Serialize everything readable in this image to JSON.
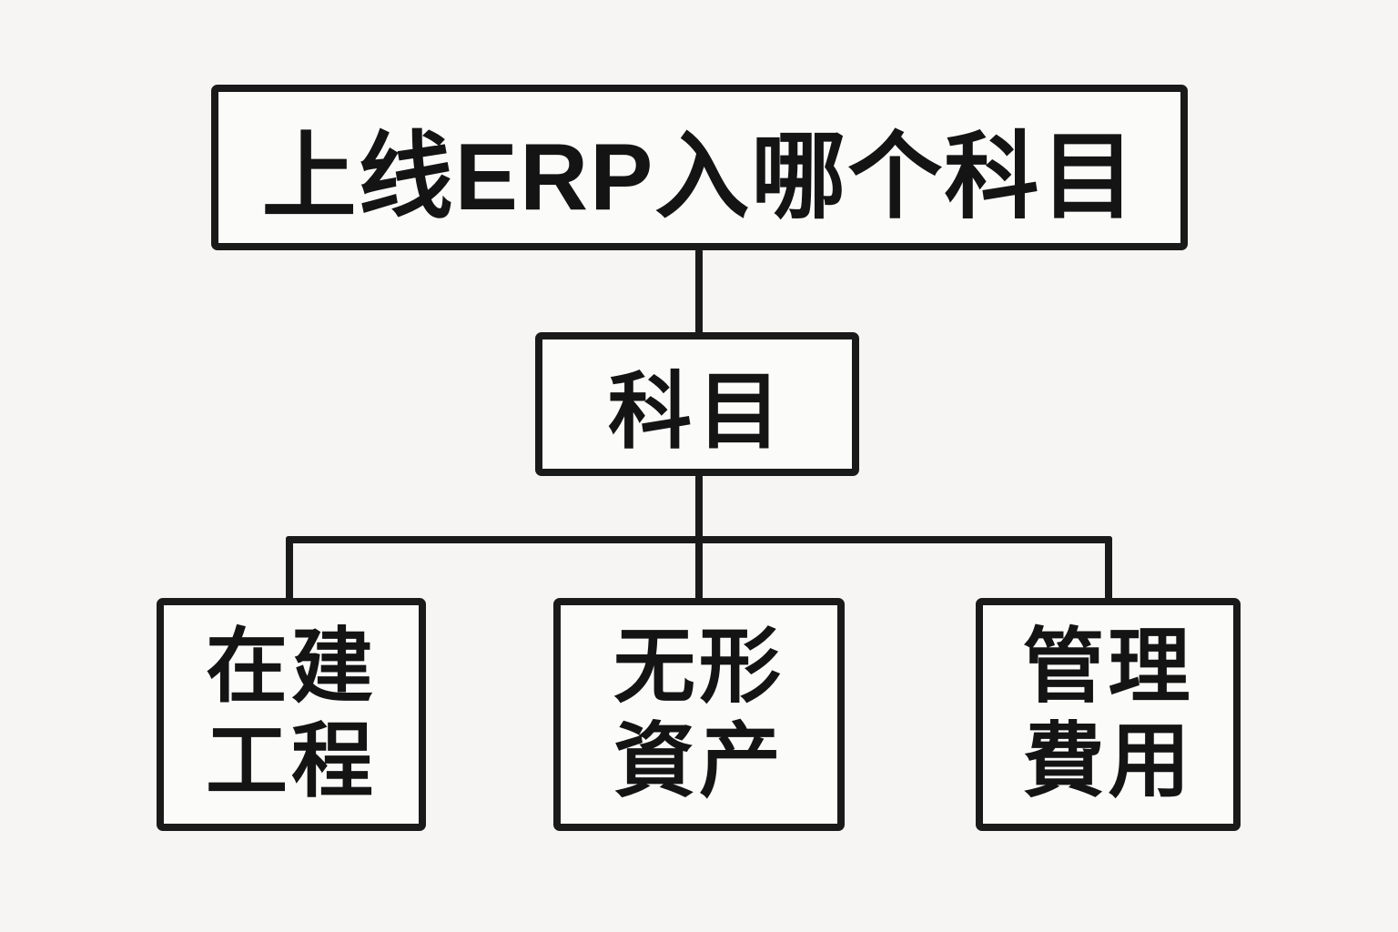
{
  "diagram": {
    "title": "上线ERP入哪个科目",
    "root": {
      "label": "科目"
    },
    "children": [
      {
        "line1": "在建",
        "line2": "工程"
      },
      {
        "line1": "无形",
        "line2": "資产"
      },
      {
        "line1": "管理",
        "line2": "費用"
      }
    ]
  },
  "colors": {
    "background": "#f6f5f3",
    "box_fill": "#fbfbfa",
    "line": "#1a1a1a",
    "text": "#141414"
  }
}
